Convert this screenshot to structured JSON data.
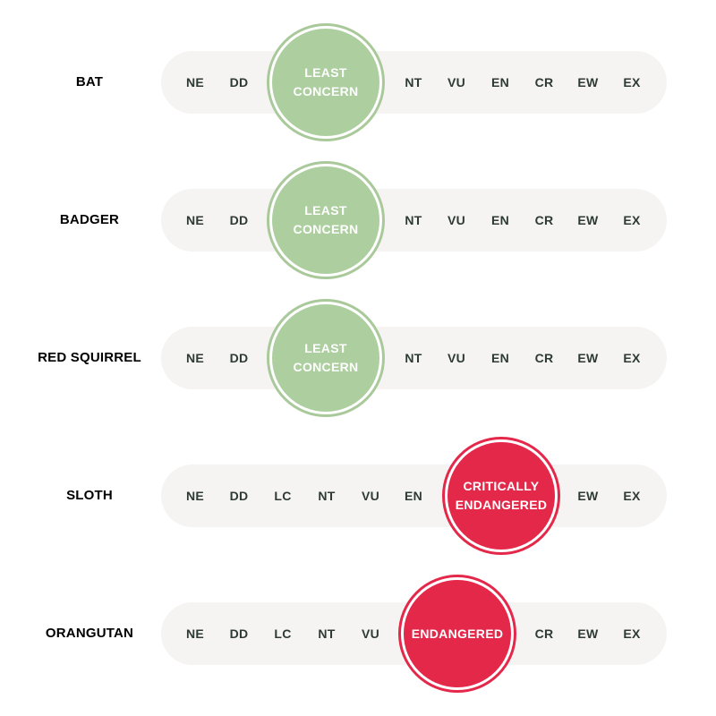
{
  "colors": {
    "track": "#f5f4f2",
    "least_concern": "#adcf9f",
    "endangered": "#e4284a",
    "code_text": "#2e3a34"
  },
  "rows": [
    {
      "species": "BAT",
      "codes": [
        "NE",
        "DD",
        "NT",
        "VU",
        "EN",
        "CR",
        "EW",
        "EX"
      ],
      "highlight": [
        "LEAST",
        "CONCERN"
      ]
    },
    {
      "species": "BADGER",
      "codes": [
        "NE",
        "DD",
        "NT",
        "VU",
        "EN",
        "CR",
        "EW",
        "EX"
      ],
      "highlight": [
        "LEAST",
        "CONCERN"
      ]
    },
    {
      "species": "RED SQUIRREL",
      "codes": [
        "NE",
        "DD",
        "NT",
        "VU",
        "EN",
        "CR",
        "EW",
        "EX"
      ],
      "highlight": [
        "LEAST",
        "CONCERN"
      ]
    },
    {
      "species": "SLOTH",
      "codes": [
        "NE",
        "DD",
        "LC",
        "NT",
        "VU",
        "EN",
        "EW",
        "EX"
      ],
      "highlight": [
        "CRITICALLY",
        "ENDANGERED"
      ]
    },
    {
      "species": "ORANGUTAN",
      "codes": [
        "NE",
        "DD",
        "LC",
        "NT",
        "VU",
        "CR",
        "EW",
        "EX"
      ],
      "highlight": [
        "ENDANGERED"
      ]
    }
  ]
}
